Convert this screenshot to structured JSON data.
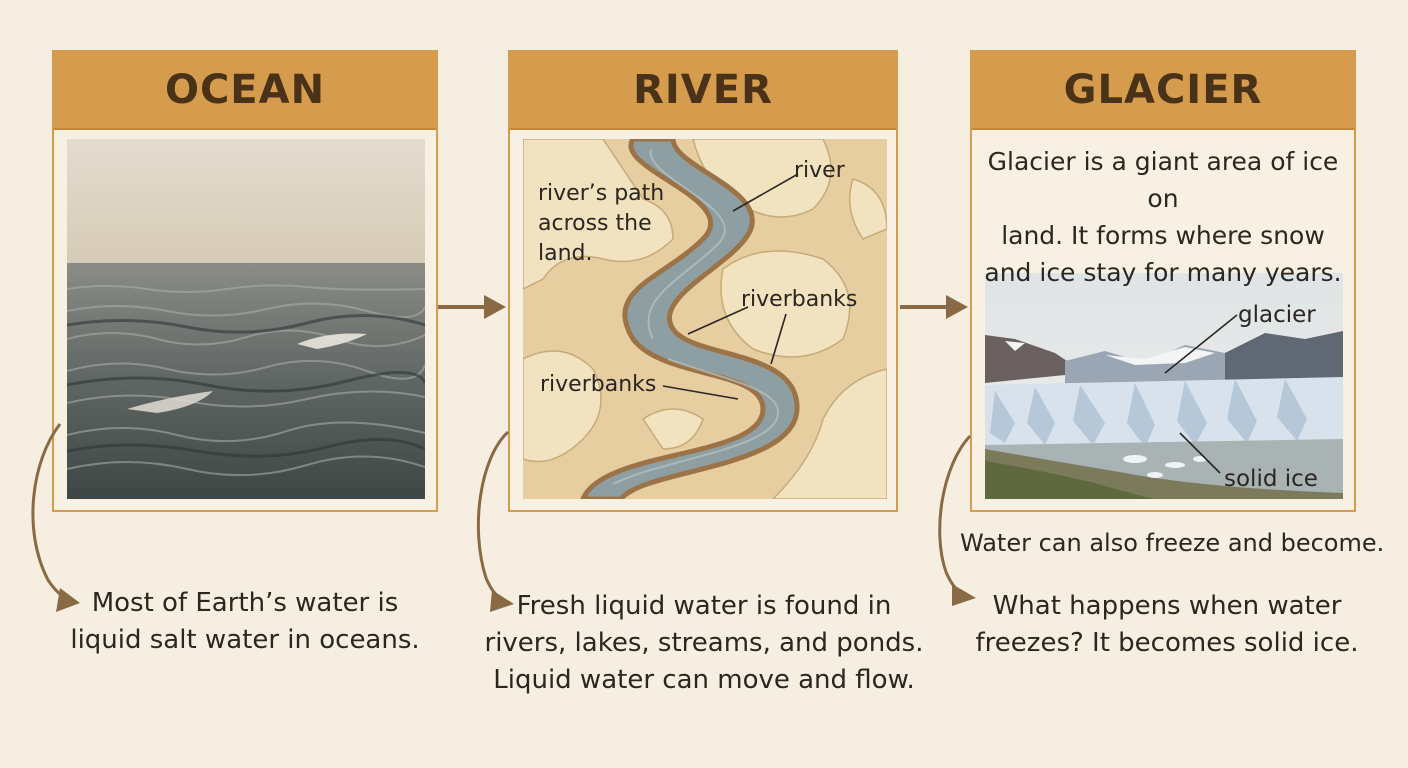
{
  "panels": [
    {
      "title": "OCEAN",
      "caption": [
        "Most of Earth’s water is",
        "liquid salt water in oceans."
      ]
    },
    {
      "title": "RIVER",
      "labels": {
        "path": [
          "river’s path",
          "across the",
          "land."
        ],
        "river": "river",
        "riverbanks_right": "riverbanks",
        "riverbanks_left": "riverbanks"
      },
      "caption": [
        "Fresh liquid water is found in",
        "rivers, lakes, streams, and ponds.",
        "Liquid water can move and flow."
      ]
    },
    {
      "title": "GLACIER",
      "description": [
        "Glacier is a giant area of ice on",
        "land. It forms where snow",
        "and ice stay for many years."
      ],
      "labels": {
        "glacier": "glacier",
        "solid_ice": "solid ice"
      },
      "note": "Water can also freeze and become.",
      "caption": [
        "What happens when water",
        "freezes? It becomes solid ice."
      ]
    }
  ],
  "colors": {
    "background": "#f6efe1",
    "header": "#d59c4e",
    "header_text": "#4a3219",
    "arrow": "#8a6a45",
    "river_water": "#8e9fa3",
    "land": "#e6cea0"
  },
  "icons": [
    "arrow-right-icon",
    "curved-arrow-icon"
  ]
}
